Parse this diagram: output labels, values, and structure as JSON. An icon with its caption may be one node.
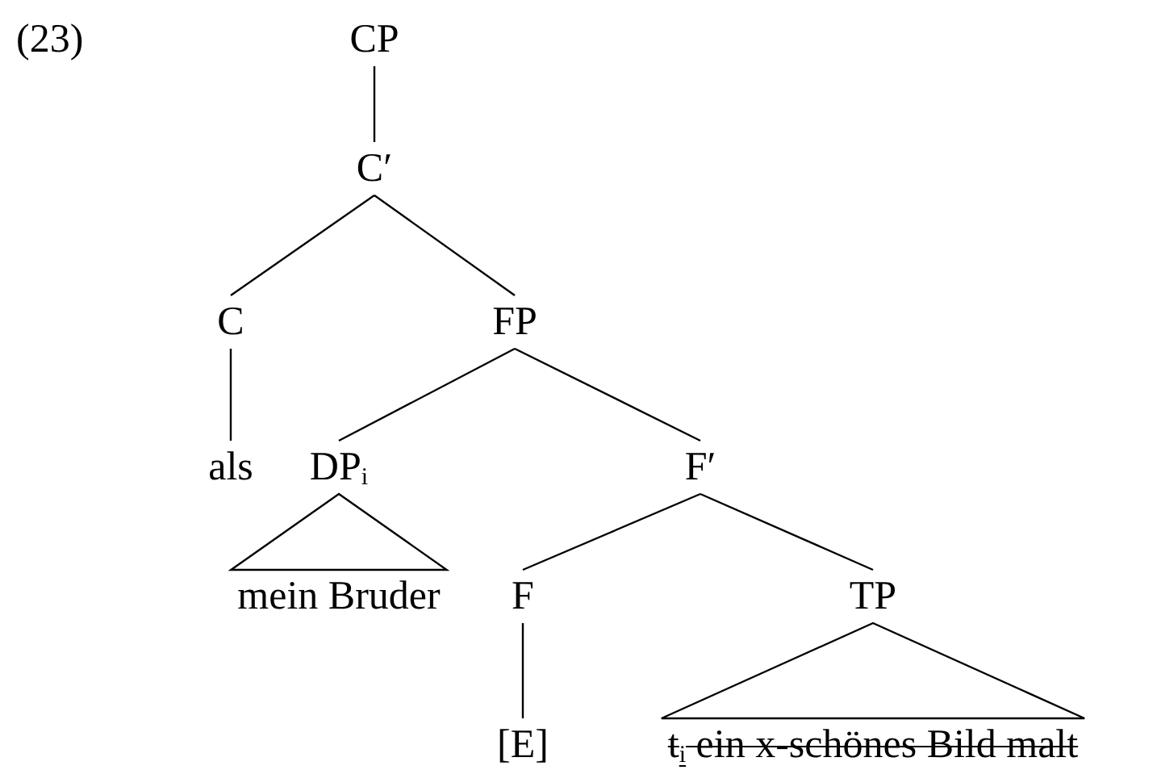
{
  "diagram": {
    "nodes": [
      {
        "text": [
          "CP"
        ]
      },
      {
        "text": [
          "C′"
        ]
      },
      {
        "text": [
          "C"
        ]
      },
      {
        "text": [
          "FP"
        ]
      },
      {
        "text": [
          "als"
        ]
      },
      {
        "text": [
          "DP$_{i}$"
        ]
      },
      {
        "text": [
          "F′"
        ]
      },
      {
        "text": [
          "mein Bruder"
        ]
      },
      {
        "text": [
          "F"
        ]
      },
      {
        "text": [
          "TP"
        ]
      },
      {
        "text": [
          "[E]"
        ]
      },
      {
        "text": [
          "t$_{i}$ ein x-schönes Bild malt"
        ]
      }
    ],
    "edges": [
      {
        "from": 0,
        "to": 1,
        "arrow": "none"
      },
      {
        "from": 1,
        "to": 2,
        "arrow": "none"
      },
      {
        "from": 1,
        "to": 3,
        "arrow": "none"
      },
      {
        "from": 2,
        "to": 4,
        "arrow": "none"
      },
      {
        "from": 3,
        "to": 5,
        "arrow": "none"
      },
      {
        "from": 3,
        "to": 6,
        "arrow": "none"
      },
      {
        "from": 5,
        "to": 7,
        "arrow": "none"
      },
      {
        "from": 6,
        "to": 8,
        "arrow": "none"
      },
      {
        "from": 6,
        "to": 9,
        "arrow": "none"
      },
      {
        "from": 8,
        "to": 10,
        "arrow": "none"
      },
      {
        "from": 9,
        "to": 11,
        "arrow": "none"
      }
    ],
    "labels": [
      "(23)"
    ]
  }
}
